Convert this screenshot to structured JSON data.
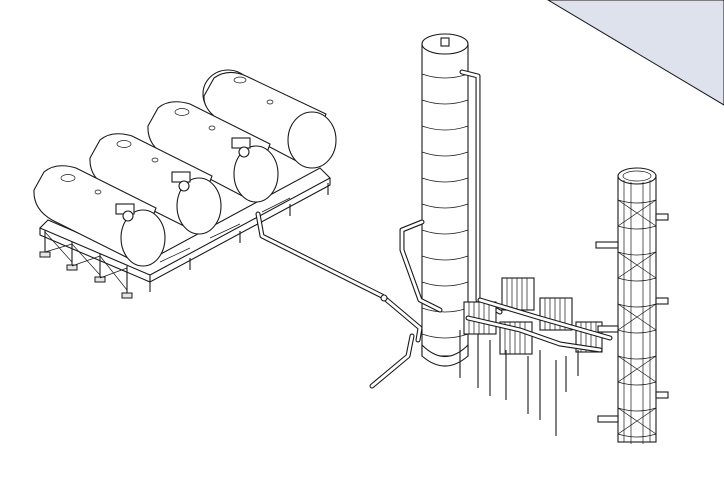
{
  "view": {
    "background": "#ffffff",
    "line_color": "#1a1a1a",
    "ground_plane_color": "#dde2ec"
  },
  "equipment": {
    "tanks": [
      {
        "name": "horizontal-tank-1"
      },
      {
        "name": "horizontal-tank-2"
      },
      {
        "name": "horizontal-tank-3"
      },
      {
        "name": "horizontal-tank-4"
      }
    ],
    "columns": [
      {
        "name": "distillation-column"
      },
      {
        "name": "lattice-tower"
      }
    ],
    "misc": [
      {
        "name": "heat-exchanger-rack"
      },
      {
        "name": "transfer-pipe"
      }
    ]
  }
}
